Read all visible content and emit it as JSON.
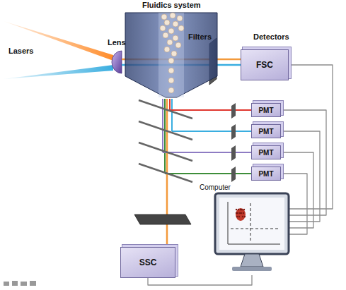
{
  "diagram": {
    "nodes": [
      {
        "text": [
          "Fluidics system"
        ]
      },
      {
        "text": [
          "FSC"
        ]
      },
      {
        "text": [
          "PMT"
        ]
      },
      {
        "text": [
          "PMT"
        ]
      },
      {
        "text": [
          "PMT"
        ]
      },
      {
        "text": [
          "PMT"
        ]
      },
      {
        "text": [
          "Computer"
        ]
      },
      {
        "text": [
          "SSC"
        ]
      }
    ],
    "edges": [
      {
        "from": 1,
        "to": 6,
        "arrow": "none"
      },
      {
        "from": 2,
        "to": 6,
        "arrow": "none"
      },
      {
        "from": 3,
        "to": 6,
        "arrow": "none"
      },
      {
        "from": 4,
        "to": 6,
        "arrow": "none"
      },
      {
        "from": 5,
        "to": 6,
        "arrow": "none"
      },
      {
        "from": 7,
        "to": 6,
        "arrow": "none"
      }
    ],
    "labels": [
      "Lasers",
      "Lens",
      "Filters",
      "Detectors"
    ]
  }
}
